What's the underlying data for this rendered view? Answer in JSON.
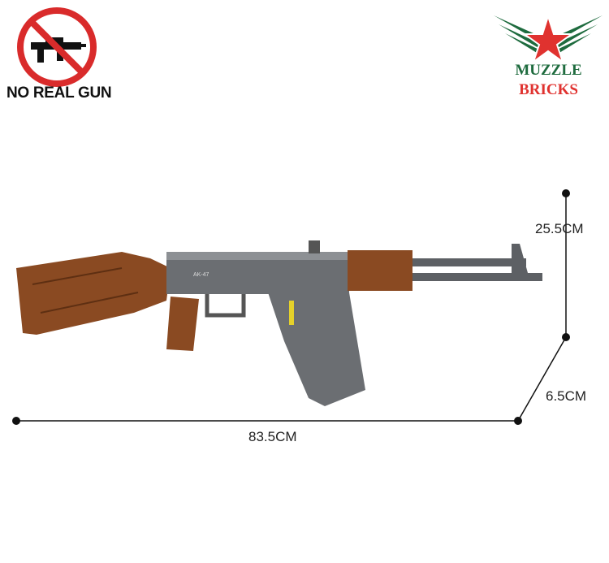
{
  "badge": {
    "label": "NO REAL GUN",
    "icon": "no-gun-icon"
  },
  "logo": {
    "line1": "MUZZLE",
    "line2": "BRICKS",
    "green": "#1e6b3e",
    "red": "#e0322f"
  },
  "product": {
    "model_label": "AK-47"
  },
  "dimensions": {
    "height": "25.5CM",
    "width": "6.5CM",
    "length": "83.5CM"
  }
}
